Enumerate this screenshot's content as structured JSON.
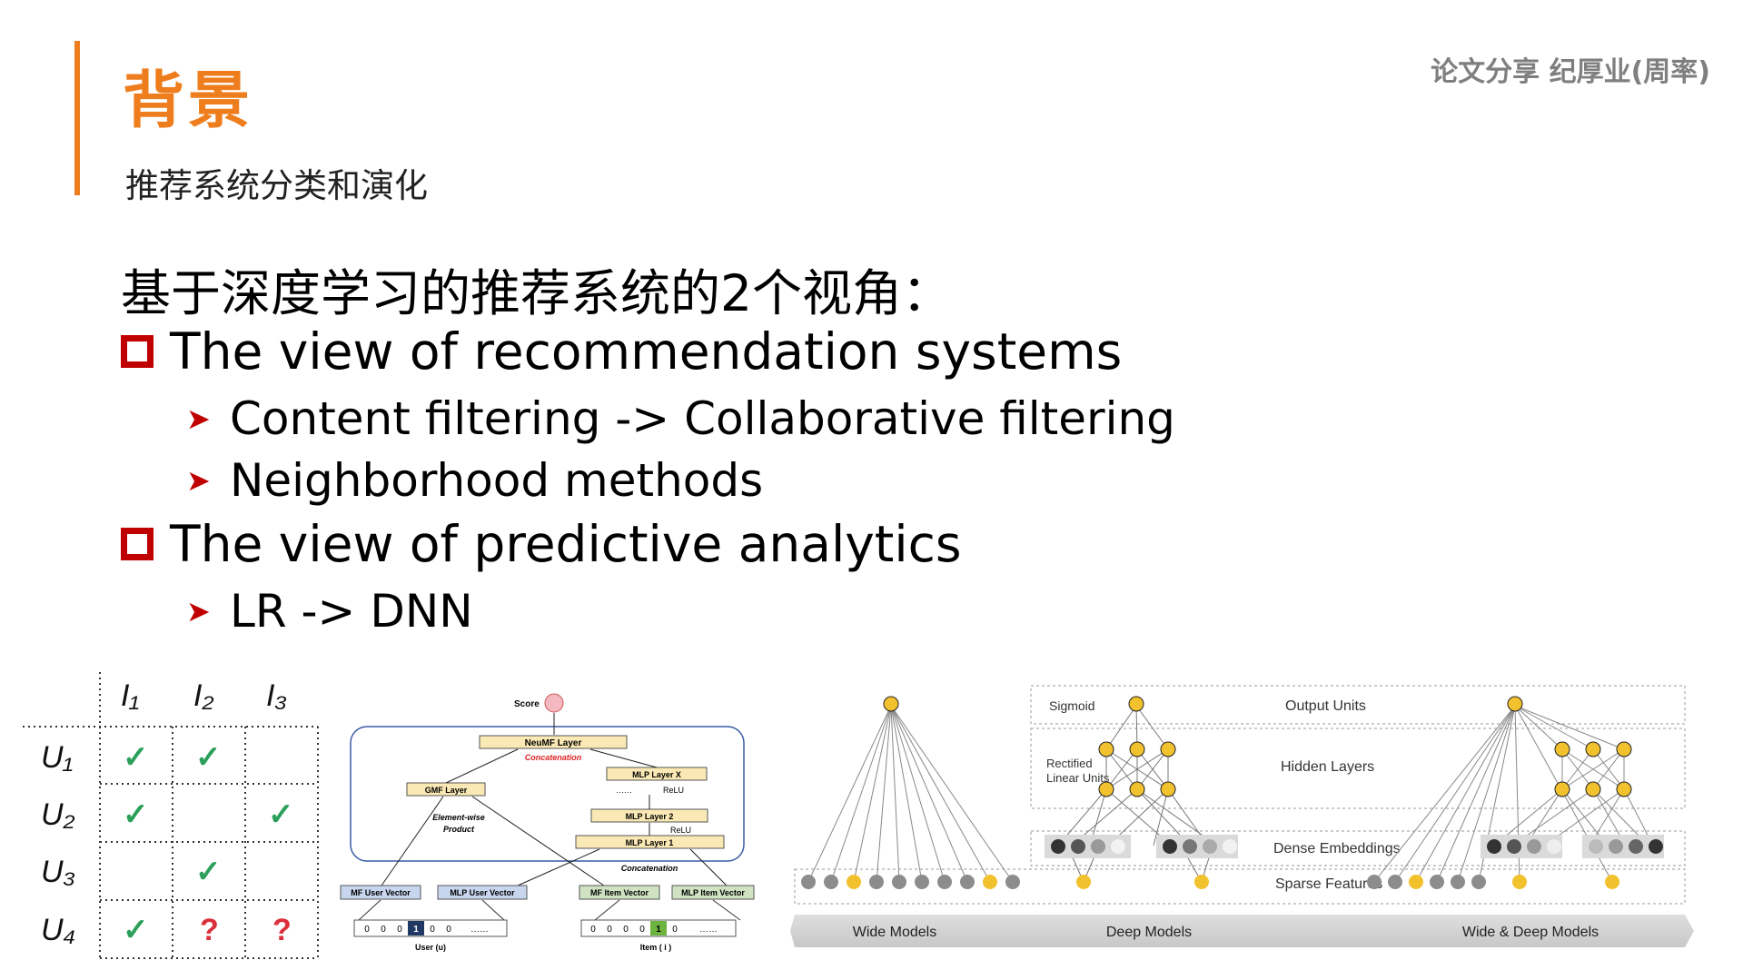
{
  "header": {
    "title": "背景",
    "subtitle": "推荐系统分类和演化",
    "author": "论文分享 纪厚业(周率)"
  },
  "content": {
    "heading": "基于深度学习的推荐系统的2个视角：",
    "bullets": [
      {
        "label": "The view of recommendation systems",
        "subs": [
          "Content filtering -> Collaborative filtering",
          "Neighborhood methods"
        ]
      },
      {
        "label": "The view of predictive analytics",
        "subs": [
          "LR -> DNN"
        ]
      }
    ]
  },
  "matrix_figure": {
    "items": [
      "I₁",
      "I₂",
      "I₃"
    ],
    "users": [
      "U₁",
      "U₂",
      "U₃",
      "U₄"
    ],
    "check": "✓",
    "unknown": "?"
  },
  "ncf_figure": {
    "score": "Score",
    "neumf": "NeuMF Layer",
    "concat_top": "Concatenation",
    "gmf": "GMF Layer",
    "elementwise_1": "Element-wise",
    "elementwise_2": "Product",
    "mlp_x": "MLP Layer X",
    "relu": "ReLU",
    "dots": "……",
    "mlp_2": "MLP Layer 2",
    "mlp_1": "MLP Layer 1",
    "concat_bottom": "Concatenation",
    "mf_user": "MF User Vector",
    "mlp_user": "MLP User Vector",
    "mf_item": "MF Item Vector",
    "mlp_item": "MLP Item Vector",
    "user_label": "User (u)",
    "item_label": "Item ( i )",
    "zero": "0",
    "one": "1",
    "ellipsis": "……"
  },
  "wdl_figure": {
    "sigmoid": "Sigmoid",
    "output_units": "Output Units",
    "rectified_1": "Rectified",
    "rectified_2": "Linear Units",
    "hidden_layers": "Hidden Layers",
    "dense_embeddings": "Dense Embeddings",
    "sparse_features": "Sparse Features",
    "wide_models": "Wide Models",
    "deep_models": "Deep Models",
    "wide_deep_models": "Wide & Deep Models"
  },
  "colors": {
    "accent": "#ee7d1e",
    "bullet": "#c00000",
    "check": "#2ca05a",
    "unknown": "#d9303a",
    "node_yellow": "#f2c12e",
    "node_gray": "#8c8c8c"
  }
}
